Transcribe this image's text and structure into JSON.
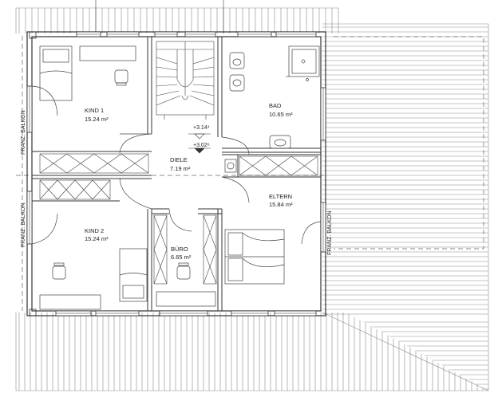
{
  "rooms": {
    "kind1": {
      "name": "KIND 1",
      "area": "15.24 m²"
    },
    "bad": {
      "name": "BAD",
      "area": "10.65 m²"
    },
    "diele": {
      "name": "DIELE",
      "area": "7.19 m²"
    },
    "eltern": {
      "name": "ELTERN",
      "area": "15.84 m²"
    },
    "kind2": {
      "name": "KIND 2",
      "area": "15.24 m²"
    },
    "buro": {
      "name": "BÜRO",
      "area": "6.65 m²"
    }
  },
  "levels": {
    "upper": "+3.14⁴",
    "lower": "+3.02⁶"
  },
  "balconies": {
    "left_top": "FRANZ. BALKON",
    "left_bottom": "FRANZ. BALKON",
    "right": "FRANZ. BALKON"
  },
  "colors": {
    "wall": "#333333",
    "line": "#555555",
    "roof": "#8a8a8a",
    "dash": "#666666"
  }
}
